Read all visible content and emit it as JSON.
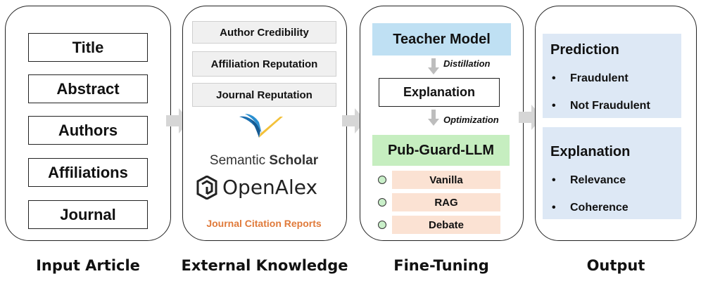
{
  "input": {
    "fields": [
      "Title",
      "Abstract",
      "Authors",
      "Affiliations",
      "Journal"
    ],
    "footer": "Input Article"
  },
  "external": {
    "items": [
      "Author Credibility",
      "Affiliation Reputation",
      "Journal Reputation"
    ],
    "semantic_scholar": {
      "prefix": "Semantic ",
      "bold": "Scholar"
    },
    "openalex": "OpenAlex",
    "jcr": "Journal Citation Reports",
    "footer": "External Knowledge",
    "jcr_color": "#e07a3a"
  },
  "finetune": {
    "teacher": "Teacher Model",
    "distillation": "Distillation",
    "explanation": "Explanation",
    "optimization": "Optimization",
    "pubguard": "Pub-Guard-LLM",
    "methods": [
      "Vanilla",
      "RAG",
      "Debate"
    ],
    "footer": "Fine-Tuning",
    "teacher_color": "#bfe0f3",
    "pubguard_color": "#c6eec0",
    "method_color": "#fbe2d3"
  },
  "output": {
    "prediction": {
      "title": "Prediction",
      "items": [
        "Fraudulent",
        "Not Fraudulent"
      ]
    },
    "explanation": {
      "title": "Explanation",
      "items": [
        "Relevance",
        "Coherence"
      ]
    },
    "footer": "Output",
    "box_color": "#dde8f5"
  }
}
